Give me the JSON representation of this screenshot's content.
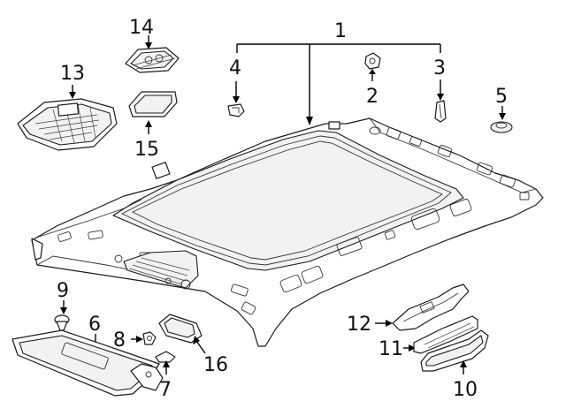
{
  "diagram": {
    "labels": [
      {
        "id": "1",
        "text": "1"
      },
      {
        "id": "2",
        "text": "2"
      },
      {
        "id": "3",
        "text": "3"
      },
      {
        "id": "4",
        "text": "4"
      },
      {
        "id": "5",
        "text": "5"
      },
      {
        "id": "6",
        "text": "6"
      },
      {
        "id": "7",
        "text": "7"
      },
      {
        "id": "8",
        "text": "8"
      },
      {
        "id": "9",
        "text": "9"
      },
      {
        "id": "10",
        "text": "10"
      },
      {
        "id": "11",
        "text": "11"
      },
      {
        "id": "12",
        "text": "12"
      },
      {
        "id": "13",
        "text": "13"
      },
      {
        "id": "14",
        "text": "14"
      },
      {
        "id": "15",
        "text": "15"
      },
      {
        "id": "16",
        "text": "16"
      }
    ]
  }
}
